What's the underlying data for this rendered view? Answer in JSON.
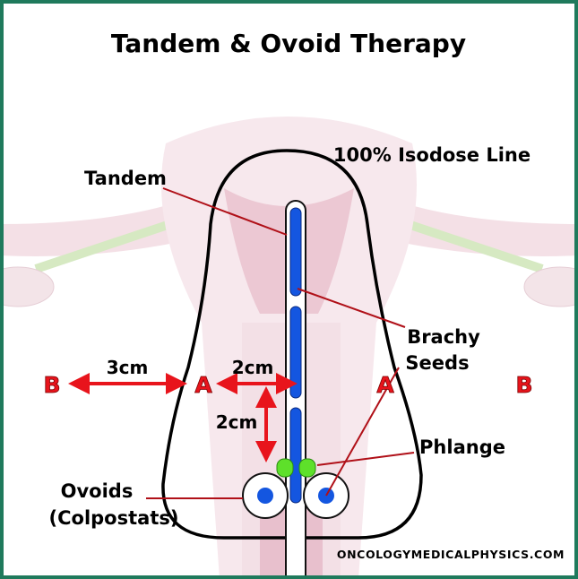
{
  "title": "Tandem & Ovoid Therapy",
  "labels": {
    "tandem": "Tandem",
    "isodose": "100% Isodose Line",
    "brachy_line1": "Brachy",
    "brachy_line2": "Seeds",
    "phlange": "Phlange",
    "ovoids_line1": "Ovoids",
    "ovoids_line2": "(Colpostats)",
    "point_b_left": "B",
    "point_a_left": "A",
    "point_a_right": "A",
    "point_b_right": "B",
    "dist_b_a": "3cm",
    "dist_a_tandem": "2cm",
    "dist_vertical": "2cm"
  },
  "footer": "ONCOLOGYMEDICALPHYSICS.COM",
  "colors": {
    "border": "#1f7a5c",
    "arrow": "#e8141c",
    "seed": "#1456e0",
    "phlange": "#5ee02a",
    "tissue": "#f0d6de",
    "tissue_dark": "#d9a8b8",
    "tube": "#c9e4b0"
  }
}
